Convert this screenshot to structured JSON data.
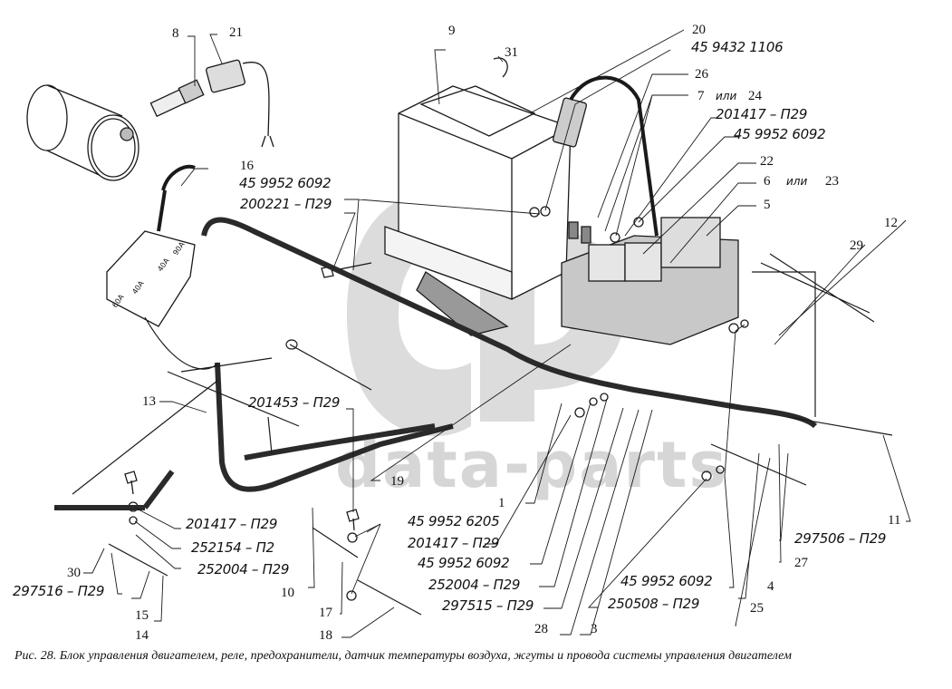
{
  "figure": {
    "caption": "Рис. 28. Блок управления двигателем, реле, предохранители, датчик температуры воздуха, жгуты и провода системы управления двигателем",
    "watermark_text": "data-parts",
    "ili_word": "или"
  },
  "callouts": {
    "n1": "1",
    "n3": "3",
    "n4": "4",
    "n5": "5",
    "n6": "6",
    "n7": "7",
    "n8": "8",
    "n9": "9",
    "n10": "10",
    "n11": "11",
    "n12": "12",
    "n13": "13",
    "n14": "14",
    "n15": "15",
    "n16": "16",
    "n17": "17",
    "n18": "18",
    "n19": "19",
    "n20": "20",
    "n21": "21",
    "n22": "22",
    "n23": "23",
    "n24": "24",
    "n25": "25",
    "n26": "26",
    "n27": "27",
    "n28": "28",
    "n29": "29",
    "n30": "30",
    "n31": "31"
  },
  "part_numbers": {
    "p_459432_top": "45 9432 1106",
    "p_201417_top": "201417 – П29",
    "p_4599526092_top": "45 9952 6092",
    "p_4599526092_left": "45 9952 6092",
    "p_200221": "200221 – П29",
    "p_201453": "201453 – П29",
    "p_201417_left": "201417 – П29",
    "p_252154": "252154 – П2",
    "p_252004_left": "252004 – П29",
    "p_297516": "297516 – П29",
    "p_4599526205": "45 9952 6205",
    "p_201417_mid": "201417 – П29",
    "p_4599526092_mid": "45 9952 6092",
    "p_252004_mid": "252004 – П29",
    "p_297515": "297515 – П29",
    "p_4599526092_right": "45 9952 6092",
    "p_250508": "250508 – П29",
    "p_297506": "297506 – П29"
  },
  "fuse_block_labels": [
    "60A",
    "40A",
    "40A",
    "90A"
  ]
}
